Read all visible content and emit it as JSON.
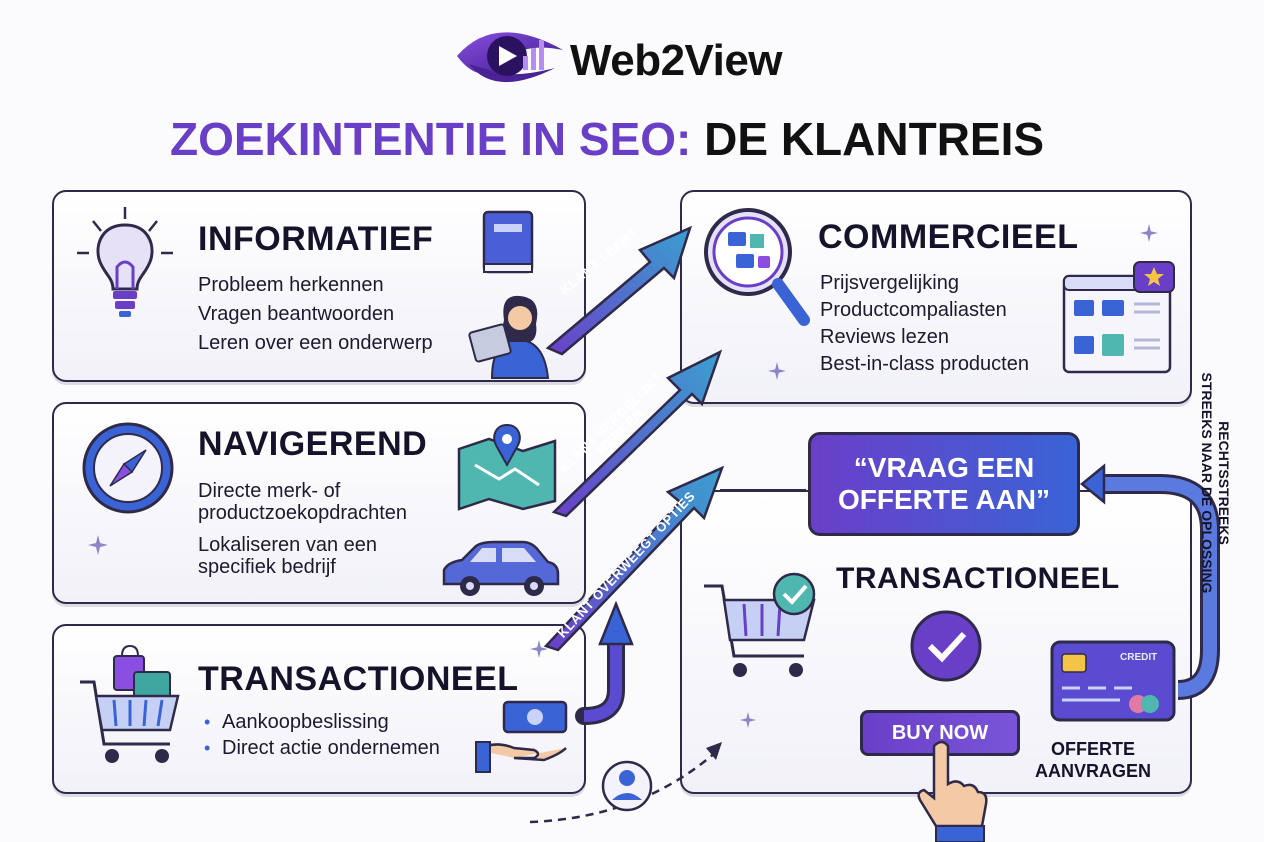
{
  "brand": {
    "name": "Web2View"
  },
  "headline": {
    "part1": "ZOEKINTENTIE IN SEO:",
    "part2": "DE KLANTREIS"
  },
  "cards": {
    "informatief": {
      "title": "INFORMATIEF",
      "lines": [
        "Probleem herkennen",
        "Vragen beantwoorden",
        "Leren over een onderwerp"
      ]
    },
    "navigerend": {
      "title": "NAVIGEREND",
      "lines": [
        "Directe merk- of",
        "productzoekopdrachten",
        "Lokaliseren van een",
        "specifiek bedrijf"
      ]
    },
    "transactioneel_left": {
      "title": "TRANSACTIONEEL",
      "lines": [
        "Aankoopbeslissing",
        "Direct actie ondernemen"
      ]
    },
    "commercieel": {
      "title": "COMMERCIEEL",
      "lines": [
        "Prijsvergelijking",
        "Productcompaliasten",
        "Reviews lezen",
        "Best-in-class producten"
      ]
    },
    "transactioneel_right": {
      "title": "TRANSACTIONEEL"
    }
  },
  "arrows": {
    "a1": "KLANT LEERT",
    "a2_l1": "KLANT VERGELIJKT",
    "a2_l2": "MERKEN",
    "a3": "KLANT OVERWEEGT OPTIES"
  },
  "cta": {
    "quote": "“VRAAG EEN OFFERTE AAN”",
    "buy_now": "BUY NOW",
    "offerte_l1": "OFFERTE",
    "offerte_l2": "AANVRAGEN"
  },
  "card_label": "CREDIT",
  "side_text": {
    "l1": "RECHTSSTREEKS",
    "l2": "STREEKS NAAR DE OPLOSSING"
  },
  "colors": {
    "purple": "#6a3fc8",
    "blue": "#3a63d6",
    "dark": "#2f2a4a",
    "teal": "#2f9fb0"
  }
}
